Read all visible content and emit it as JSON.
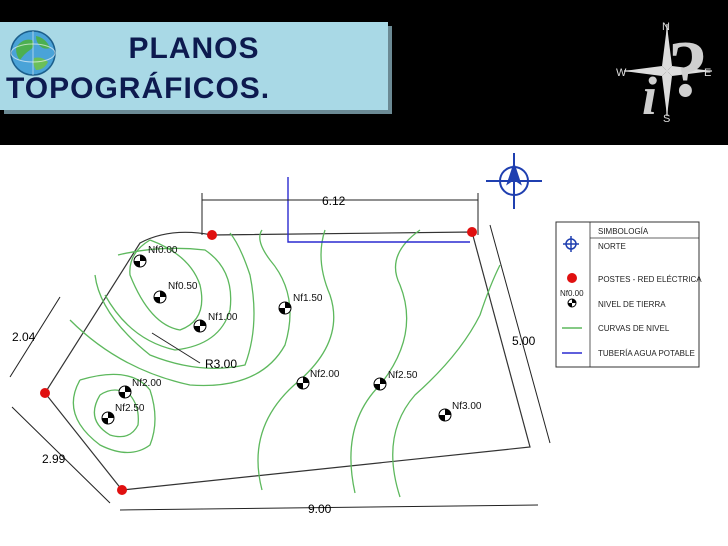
{
  "title": {
    "line1": "PLANOS",
    "line2": "TOPOGRÁFICOS."
  },
  "compass_letters": {
    "n": "N",
    "s": "S",
    "e": "E",
    "w": "W"
  },
  "dimensions": {
    "top": "6.12",
    "right": "5.00",
    "bottom": "9.00",
    "left_upper": "2.04",
    "left_lower": "2.99",
    "radius": "R3.00"
  },
  "levels": [
    "Nf0.00",
    "Nf0.50",
    "Nf1.00",
    "Nf1.50",
    "Nf2.00",
    "Nf2.50",
    "Nf2.00",
    "Nf2.50",
    "Nf3.00"
  ],
  "legend": {
    "title": "SIMBOLOGÍA",
    "items": [
      "NORTE",
      "POSTES - RED ELÉCTRICA",
      "NIVEL DE TIERRA",
      "CURVAS DE NIVEL",
      "TUBERÍA AGUA POTABLE"
    ],
    "level_sample": "Nf0.00"
  },
  "colors": {
    "title_bg": "#a9d9e6",
    "title_text": "#0d1a4f",
    "contour": "#5db85d",
    "pipe": "#2a2ad0",
    "north": "#1f3fb0",
    "post": "#e01010"
  }
}
